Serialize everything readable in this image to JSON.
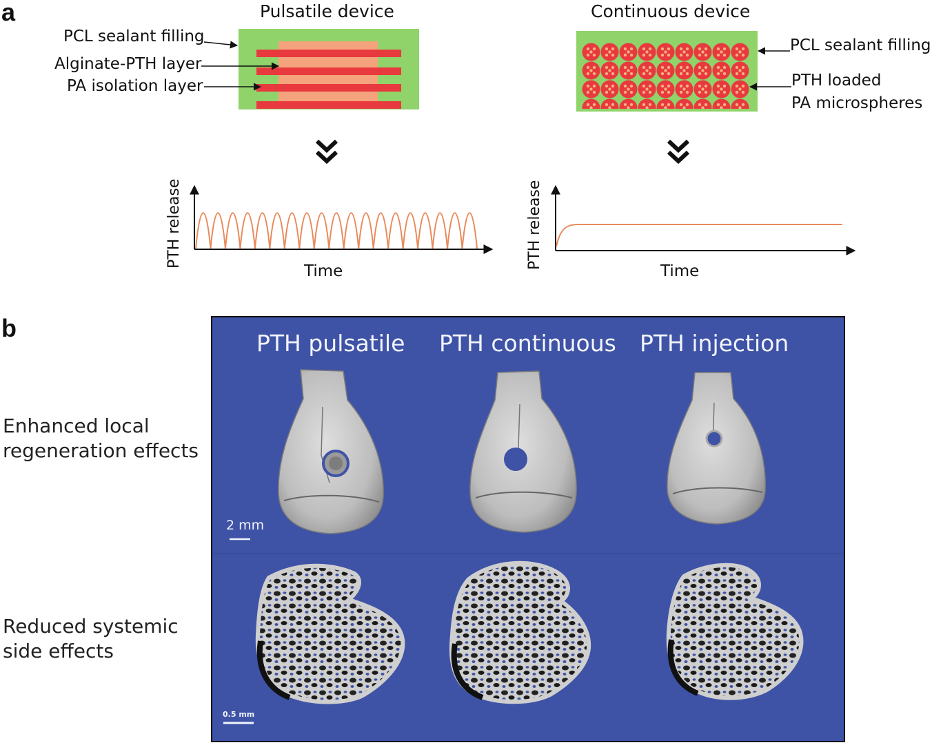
{
  "panel_a": {
    "letter": "a",
    "pulsatile": {
      "title": "Pulsatile device",
      "labels": [
        "PCL sealant filling",
        "Alginate-PTH layer",
        "PA isolation layer"
      ],
      "plot": {
        "ylabel": "PTH release",
        "xlabel": "Time",
        "pulses": 19
      }
    },
    "continuous": {
      "title": "Continuous device",
      "labels": [
        "PCL sealant filling",
        "PTH loaded",
        "PA microspheres"
      ],
      "plot": {
        "ylabel": "PTH release",
        "xlabel": "Time"
      }
    },
    "colors": {
      "pcl": "#8fd36a",
      "pa": "#e8393f",
      "alginate": "#f4a37c",
      "curve": "#e98a5c"
    }
  },
  "panel_b": {
    "letter": "b",
    "columns": [
      "PTH pulsatile",
      "PTH continuous",
      "PTH injection"
    ],
    "rows": [
      {
        "line1": "Enhanced local",
        "line2": "regeneration effects"
      },
      {
        "line1": "Reduced systemic",
        "line2": "side effects"
      }
    ],
    "scalebars": [
      "2 mm",
      "0.5 mm"
    ],
    "colors": {
      "background": "#3f53a6",
      "bone": "#c9c9c9"
    }
  }
}
